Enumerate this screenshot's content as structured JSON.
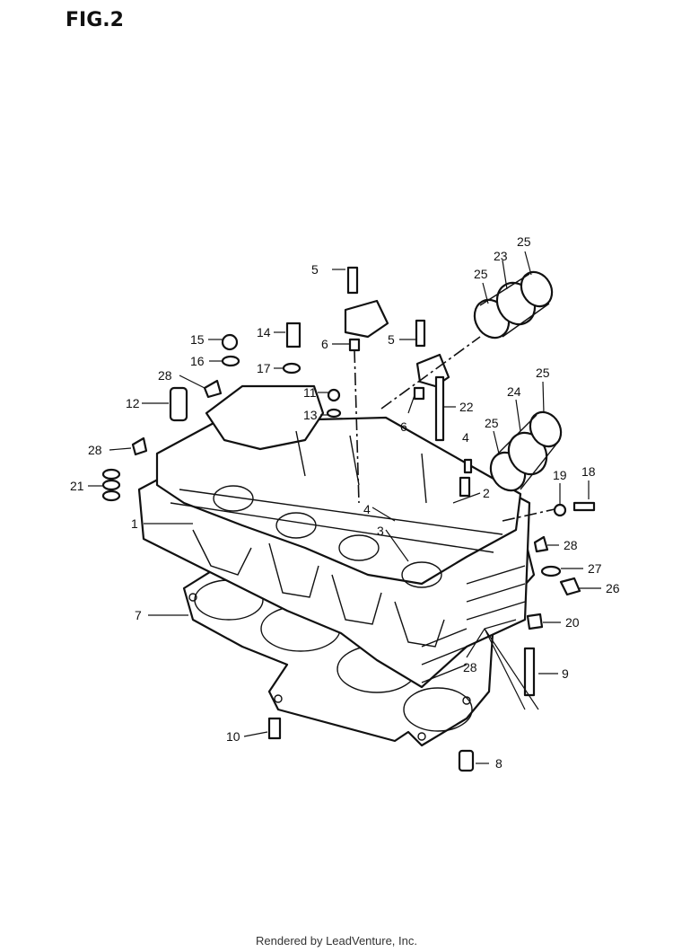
{
  "header": {
    "title": "FIG.2"
  },
  "footer": {
    "text": "Rendered by LeadVenture, Inc."
  },
  "callouts": [
    {
      "id": "c1",
      "label": "1"
    },
    {
      "id": "c2",
      "label": "2"
    },
    {
      "id": "c3",
      "label": "3"
    },
    {
      "id": "c4a",
      "label": "4"
    },
    {
      "id": "c4b",
      "label": "4"
    },
    {
      "id": "c5a",
      "label": "5"
    },
    {
      "id": "c5b",
      "label": "5"
    },
    {
      "id": "c6a",
      "label": "6"
    },
    {
      "id": "c6b",
      "label": "6"
    },
    {
      "id": "c7",
      "label": "7"
    },
    {
      "id": "c8",
      "label": "8"
    },
    {
      "id": "c9",
      "label": "9"
    },
    {
      "id": "c10",
      "label": "10"
    },
    {
      "id": "c11",
      "label": "11"
    },
    {
      "id": "c12",
      "label": "12"
    },
    {
      "id": "c13",
      "label": "13"
    },
    {
      "id": "c14",
      "label": "14"
    },
    {
      "id": "c15",
      "label": "15"
    },
    {
      "id": "c16",
      "label": "16"
    },
    {
      "id": "c17",
      "label": "17"
    },
    {
      "id": "c18",
      "label": "18"
    },
    {
      "id": "c19",
      "label": "19"
    },
    {
      "id": "c20",
      "label": "20"
    },
    {
      "id": "c21",
      "label": "21"
    },
    {
      "id": "c22",
      "label": "22"
    },
    {
      "id": "c23",
      "label": "23"
    },
    {
      "id": "c24",
      "label": "24"
    },
    {
      "id": "c25a",
      "label": "25"
    },
    {
      "id": "c25b",
      "label": "25"
    },
    {
      "id": "c25c",
      "label": "25"
    },
    {
      "id": "c25d",
      "label": "25"
    },
    {
      "id": "c26",
      "label": "26"
    },
    {
      "id": "c27",
      "label": "27"
    },
    {
      "id": "c28a",
      "label": "28"
    },
    {
      "id": "c28b",
      "label": "28"
    },
    {
      "id": "c28c",
      "label": "28"
    },
    {
      "id": "c28d",
      "label": "28"
    }
  ]
}
